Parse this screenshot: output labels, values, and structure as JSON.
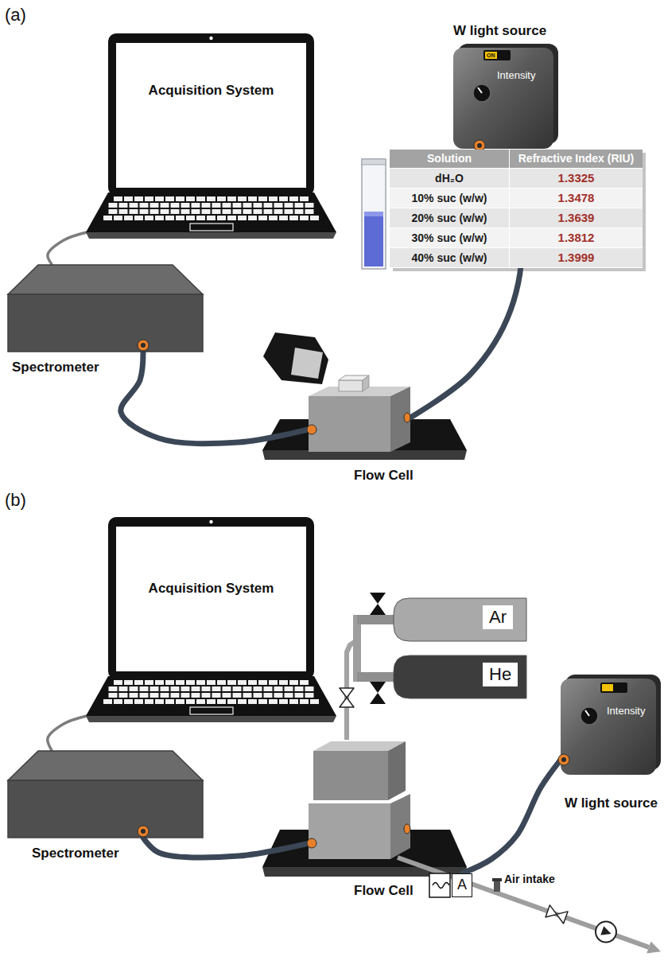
{
  "diagram": {
    "nodes": [
      {
        "text": [
          "Acquisition System"
        ]
      },
      {
        "text": [
          "W light source",
          "ON",
          "Intensity"
        ]
      },
      {
        "text": [
          "Spectrometer"
        ]
      },
      {
        "text": [
          "Flow Cell"
        ]
      },
      {
        "text": [
          "Acquisition System"
        ]
      },
      {
        "text": [
          "Ar"
        ]
      },
      {
        "text": [
          "He"
        ]
      },
      {
        "text": [
          "Intensity",
          "W light source"
        ]
      },
      {
        "text": [
          "Spectrometer"
        ]
      },
      {
        "text": [
          "Flow Cell"
        ]
      },
      {
        "text": [
          "A"
        ]
      }
    ],
    "edges": [
      {
        "from": 0,
        "to": 2,
        "arrow": "none"
      },
      {
        "from": 2,
        "to": 3,
        "arrow": "none"
      },
      {
        "from": 1,
        "to": 3,
        "arrow": "none"
      },
      {
        "from": 4,
        "to": 8,
        "arrow": "none"
      },
      {
        "from": 5,
        "to": 9,
        "arrow": "none"
      },
      {
        "from": 6,
        "to": 9,
        "arrow": "none"
      },
      {
        "from": 8,
        "to": 9,
        "arrow": "none"
      },
      {
        "from": 7,
        "to": 10,
        "arrow": "none"
      }
    ],
    "labels": [
      "(a)",
      "Solution",
      "Refractive Index (RIU)",
      "dH₂O",
      "1.3325",
      "10% suc (w/w)",
      "1.3478",
      "20% suc (w/w)",
      "1.3639",
      "30% suc (w/w)",
      "1.3812",
      "40% suc (w/w)",
      "1.3999",
      "(b)",
      "Air intake"
    ]
  }
}
